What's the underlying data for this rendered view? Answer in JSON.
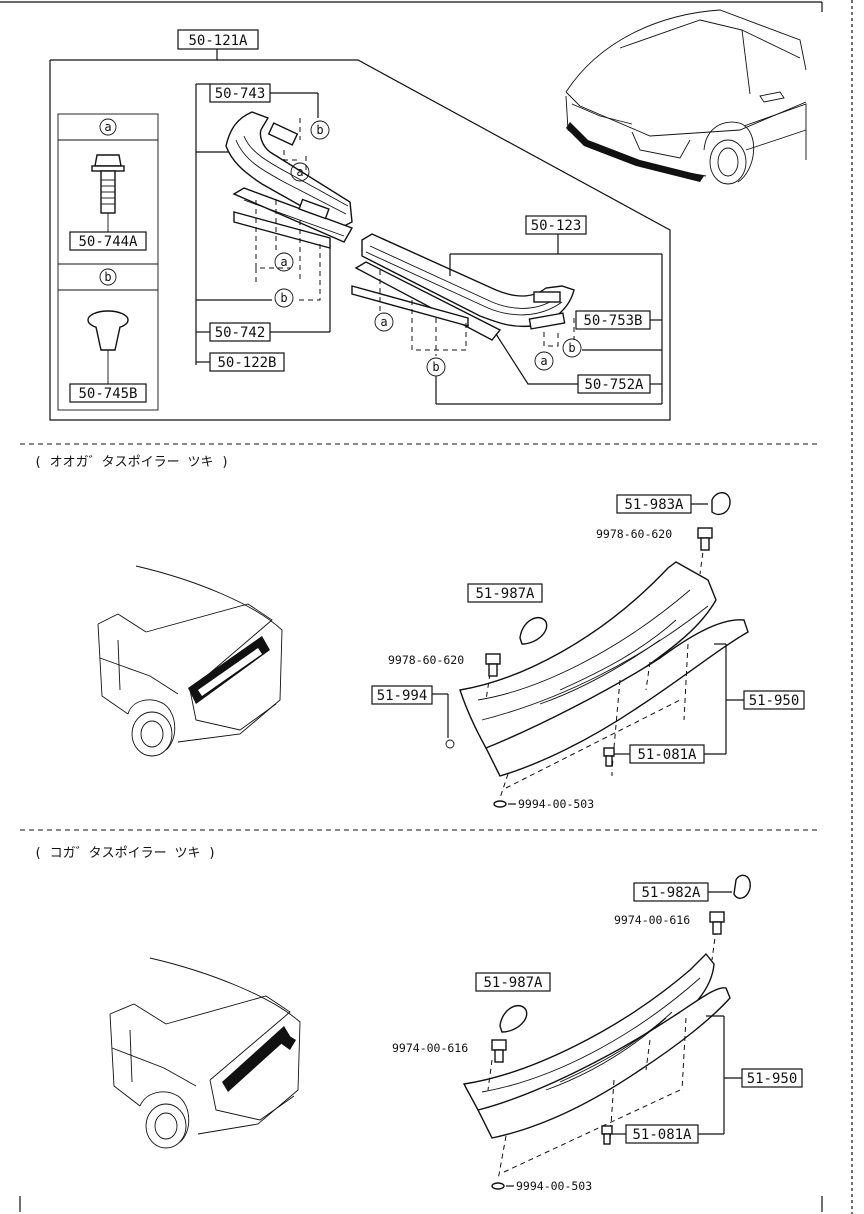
{
  "top_group": {
    "main_label": "50-121A",
    "labels": {
      "p743": "50-743",
      "p744a": "50-744A",
      "p745b": "50-745B",
      "p742": "50-742",
      "p122b": "50-122B",
      "p123": "50-123",
      "p753b": "50-753B",
      "p752a": "50-752A"
    },
    "callouts": {
      "a": "a",
      "b": "b"
    }
  },
  "section_large": {
    "title": "( オオガ゛タスポイラー ツキ )",
    "labels": {
      "p983a": "51-983A",
      "p987a": "51-987A",
      "p994": "51-994",
      "p950": "51-950",
      "p081a": "51-081A",
      "bolt1": "9978-60-620",
      "bolt2": "9978-60-620",
      "washer": "9994-00-503"
    }
  },
  "section_small": {
    "title": "( コガ゛タスポイラー ツキ )",
    "labels": {
      "p982a": "51-982A",
      "p987a": "51-987A",
      "p950": "51-950",
      "p081a": "51-081A",
      "bolt1": "9974-00-616",
      "bolt2": "9974-00-616",
      "washer": "9994-00-503"
    }
  }
}
